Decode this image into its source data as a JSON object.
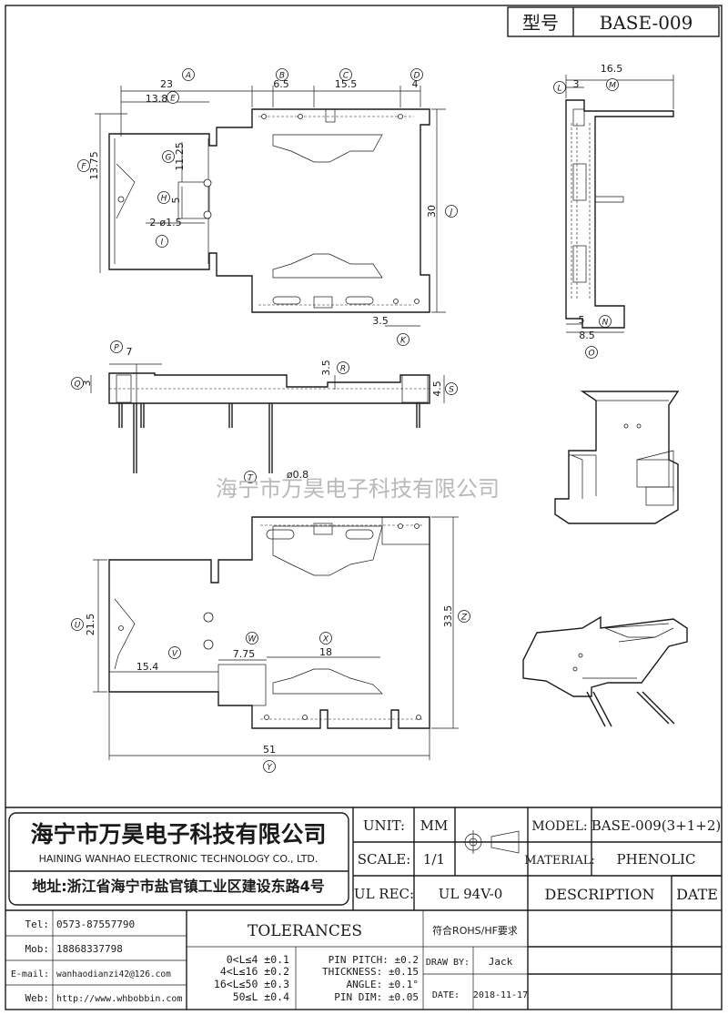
{
  "header": {
    "type_label": "型号",
    "model_code": "BASE-009"
  },
  "watermark": "海宁市万昊电子科技有限公司",
  "dims": {
    "A": "A",
    "A_val": "23",
    "B": "B",
    "B_val": "6.5",
    "C": "C",
    "C_val": "15.5",
    "D": "D",
    "D_val": "4",
    "E": "E",
    "E_val": "13.8",
    "F": "F",
    "F_val": "13.75",
    "G": "G",
    "G_val": "11.25",
    "H": "H",
    "H_val": "5",
    "I": "I",
    "I_val": "2-ø1.5",
    "J": "J",
    "J_val": "30",
    "K": "K",
    "K_val": "3.5",
    "L": "L",
    "L_val": "3",
    "M": "M",
    "M_val": "16.5",
    "N": "N",
    "N_val": "5",
    "O": "O",
    "O_val": "8.5",
    "P": "P",
    "P_val": "7",
    "Q": "Q",
    "Q_val": "3",
    "R": "R",
    "R_val": "3.5",
    "S": "S",
    "S_val": "4.5",
    "T": "T",
    "T_val": "ø0.8",
    "U": "U",
    "U_val": "21.5",
    "V": "V",
    "V_val": "15.4",
    "W": "W",
    "W_val": "7.75",
    "X": "X",
    "X_val": "18",
    "Y": "Y",
    "Y_val": "51",
    "Z": "Z",
    "Z_val": "33.5"
  },
  "company": {
    "name_cn": "海宁市万昊电子科技有限公司",
    "name_en": "HAINING WANHAO ELECTRONIC TECHNOLOGY CO., LTD.",
    "address": "地址:浙江省海宁市盐官镇工业区建设东路4号"
  },
  "contacts": [
    {
      "label": "Tel:",
      "value": "0573-87557790"
    },
    {
      "label": "Mob:",
      "value": "18868337798"
    },
    {
      "label": "E-mail:",
      "value": "wanhaodianzi42@126.com"
    },
    {
      "label": "Web:",
      "value": "http://www.whbobbin.com"
    }
  ],
  "title_block": {
    "unit_label": "UNIT:",
    "unit_value": "MM",
    "scale_label": "SCALE:",
    "scale_value": "1/1",
    "ulrec_label": "UL REC:",
    "ulrec_value": "UL 94V-0",
    "model_label": "MODEL:",
    "model_value": "BASE-009(3+1+2)",
    "material_label": "MATERIAL:",
    "material_value": "PHENOLIC",
    "description_label": "DESCRIPTION",
    "date_header": "DATE",
    "tolerances_label": "TOLERANCES",
    "rohs": "符合ROHS/HF要求",
    "tol_rows": [
      "0<L≤4 ±0.1",
      "4<L≤16 ±0.2",
      "16<L≤50 ±0.3",
      "50≤L ±0.4"
    ],
    "pin_rows": [
      "PIN PITCH: ±0.2",
      "THICKNESS: ±0.15",
      "ANGLE: ±0.1°",
      "PIN DIM: ±0.05"
    ],
    "drawby_label": "DRAW BY:",
    "drawby_value": "Jack",
    "date_label": "DATE:",
    "date_value": "2018-11-17"
  }
}
